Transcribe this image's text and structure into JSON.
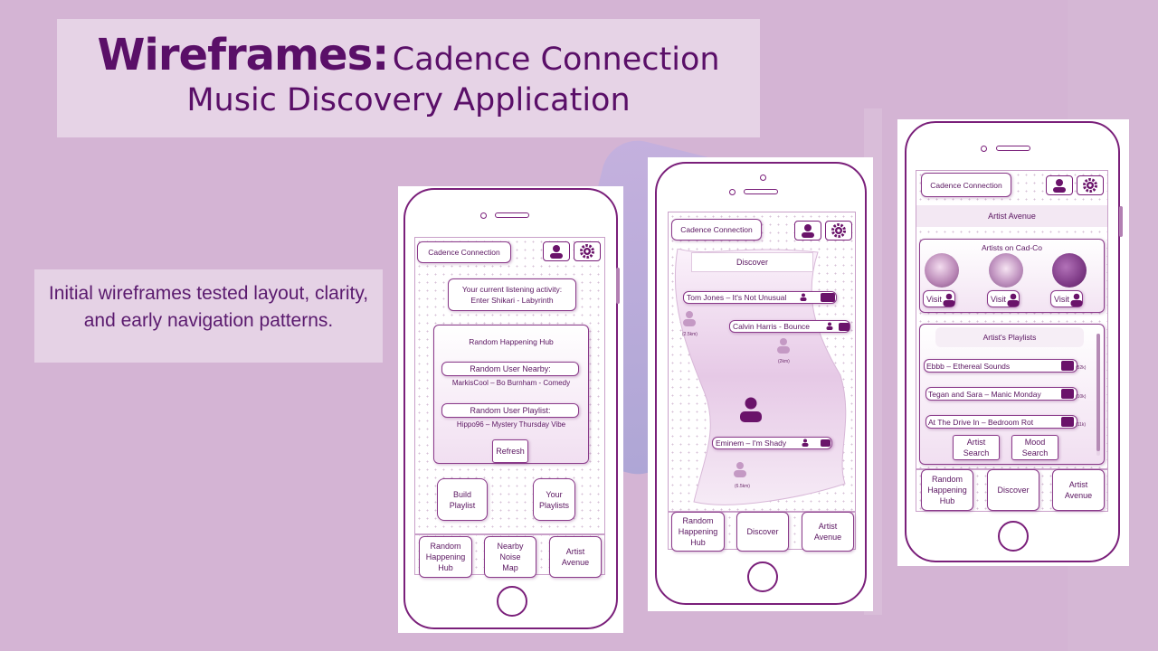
{
  "slide": {
    "title_bold": "Wireframes:",
    "title_rest": "Cadence Connection",
    "title_sub": "Music Discovery Application",
    "description": "Initial wireframes tested layout, clarity, and early navigation patterns."
  },
  "colors": {
    "background": "#d4b4d4",
    "accent": "#5a0f68",
    "wire": "#7a1f7a"
  },
  "phone1": {
    "app_name": "Cadence Connection",
    "listening": "Your current listening activity:\nEnter Shikari - Labyrinth",
    "hub_title": "Random Happening Hub",
    "nearby_label": "Random User Nearby:",
    "nearby_value": "MarkisCool – Bo Burnham - Comedy",
    "playlist_label": "Random User Playlist:",
    "playlist_value": "Hippo96 – Mystery Thursday Vibe",
    "refresh": "Refresh",
    "build_playlist": "Build\nPlaylist",
    "your_playlists": "Your\nPlaylists",
    "nav": [
      "Random\nHappening\nHub",
      "Nearby\nNoise\nMap",
      "Artist\nAvenue"
    ]
  },
  "phone2": {
    "app_name": "Cadence Connection",
    "header": "Discover",
    "tracks": [
      "Tom Jones – It's Not Unusual",
      "Calvin Harris - Bounce",
      "Eminem – I'm Shady"
    ],
    "distances": [
      "(2.5km)",
      "(2km)",
      "(6.5km)"
    ],
    "nav": [
      "Random\nHappening\nHub",
      "Discover",
      "Artist\nAvenue"
    ]
  },
  "phone3": {
    "app_name": "Cadence Connection",
    "header": "Artist Avenue",
    "artists_title": "Artists on Cad-Co",
    "visit": "Visit",
    "playlists_title": "Artist's Playlists",
    "playlists": [
      "Ebbb – Ethereal Sounds",
      "Tegan and Sara  –  Manic Monday",
      "At The Drive In – Bedroom Rot"
    ],
    "counts": [
      "(52k)",
      "(10k)",
      "(11k)"
    ],
    "artist_search": "Artist\nSearch",
    "mood_search": "Mood\nSearch",
    "nav": [
      "Random\nHappening\nHub",
      "Discover",
      "Artist\nAvenue"
    ]
  }
}
